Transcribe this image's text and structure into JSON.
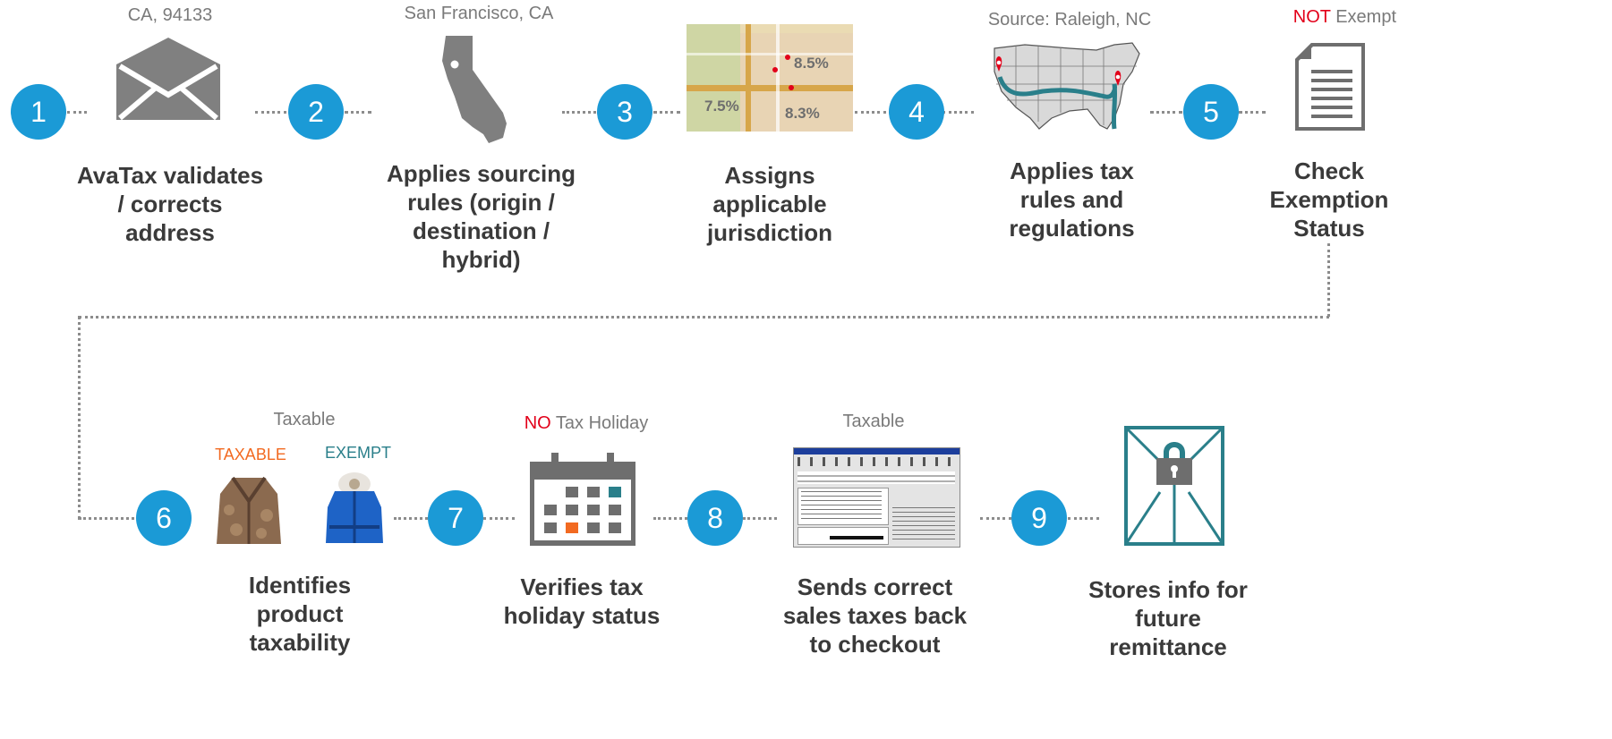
{
  "steps": [
    {
      "num": "1",
      "label": "AvaTax validates / corrects address",
      "caption": "CA, 94133"
    },
    {
      "num": "2",
      "label": "Applies sourcing rules (origin / destination / hybrid)",
      "caption": "San Francisco, CA"
    },
    {
      "num": "3",
      "label": "Assigns applicable jurisdiction",
      "caption": ""
    },
    {
      "num": "4",
      "label": "Applies tax rules and regulations",
      "caption": "Source: Raleigh, NC"
    },
    {
      "num": "5",
      "label": "Check Exemption Status",
      "caption_highlight": "NOT",
      "caption_rest": " Exempt"
    },
    {
      "num": "6",
      "label": "Identifies product taxability",
      "caption": "Taxable",
      "tag_taxable": "TAXABLE",
      "tag_exempt": "EXEMPT"
    },
    {
      "num": "7",
      "label": "Verifies tax holiday status",
      "caption_highlight": "NO",
      "caption_rest": " Tax Holiday"
    },
    {
      "num": "8",
      "label": "Sends correct sales taxes back to checkout",
      "caption": "Taxable"
    },
    {
      "num": "9",
      "label": "Stores info for future remittance",
      "caption": ""
    }
  ],
  "map_rates": {
    "r1": "8.5%",
    "r2": "7.5%",
    "r3": "8.3%"
  },
  "colors": {
    "circle": "#1b9ad6",
    "accent_red": "#e2001a",
    "taxable_orange": "#f26a21",
    "exempt_teal": "#2a7f8a",
    "icon_gray": "#7f7f7f"
  },
  "icons": [
    "envelope-icon",
    "california-icon",
    "jurisdiction-map-image",
    "usa-route-map",
    "document-icon",
    "fur-coat-image",
    "parka-image",
    "calendar-icon",
    "tax-software-screenshot",
    "locked-envelope-icon"
  ]
}
